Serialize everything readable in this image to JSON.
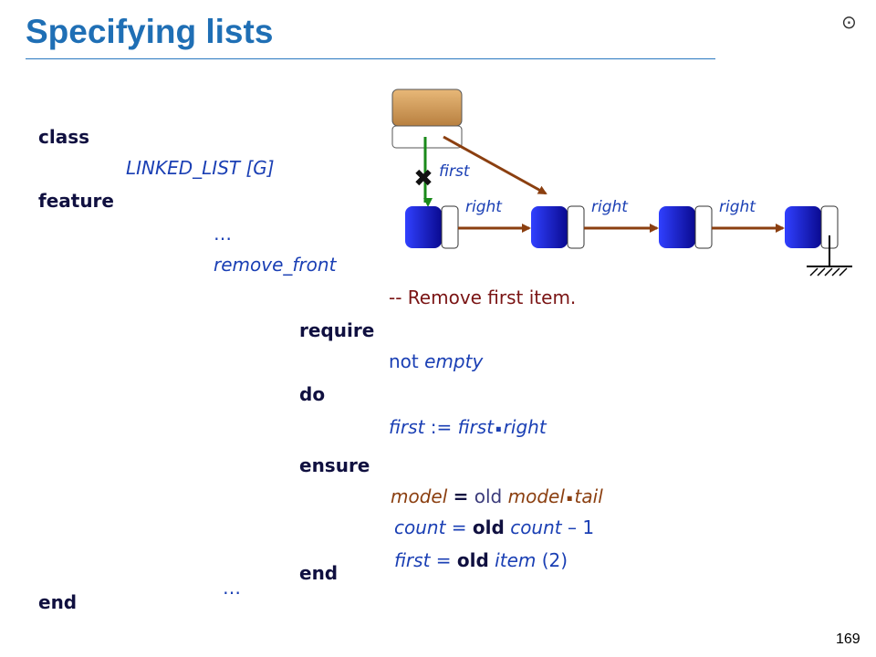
{
  "slide": {
    "title": "Specifying lists",
    "page_number": "169",
    "logo_glyph": "⊙"
  },
  "code": {
    "kw_class": "class",
    "class_name": "LINKED_LIST [G]",
    "kw_feature": "feature",
    "ellipsis_top": "…",
    "feature_name": "remove_front",
    "comment": "-- Remove first item.",
    "kw_require": "require",
    "precondition": {
      "not": "not",
      "expr": "empty"
    },
    "kw_do": "do",
    "body": {
      "lhs": "first",
      "assign": ":=",
      "target": "first",
      "dot": ".",
      "field": "right"
    },
    "kw_ensure": "ensure",
    "post1": {
      "lhs": "model",
      "eq": "=",
      "old": "old",
      "target": "model",
      "dot": ".",
      "field": "tail"
    },
    "post2": {
      "lhs": "count",
      "eq": "=",
      "old": "old",
      "expr": "count",
      "minus": "–",
      "num": "1"
    },
    "post3": {
      "lhs": "first",
      "eq": "=",
      "old": "old",
      "expr": "item",
      "arg": "(2)"
    },
    "kw_end_inner": "end",
    "ellipsis_bottom": "…",
    "kw_end_outer": "end"
  },
  "diagram": {
    "header_label": "first",
    "link_labels": [
      "right",
      "right",
      "right"
    ],
    "removed_mark": "✖",
    "colors": {
      "header_cell": "#d4a060",
      "node": "#1020c8",
      "link_arrow": "#8b3f10",
      "old_first_arrow": "#1a8a1a",
      "void_ground": "#000000"
    }
  }
}
